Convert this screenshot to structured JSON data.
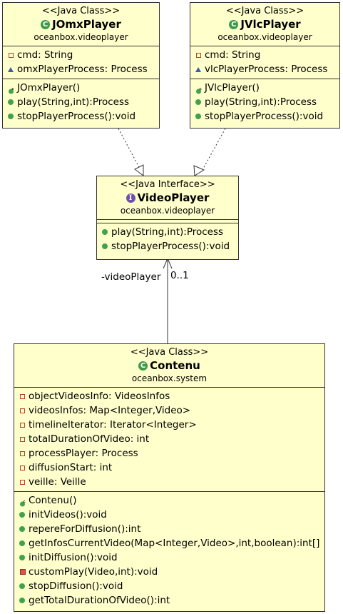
{
  "classes": {
    "jomx": {
      "stereotype": "<<Java Class>>",
      "name": "JOmxPlayer",
      "package": "oceanbox.videoplayer",
      "attributes": [
        {
          "vis": "private",
          "text": "cmd: String"
        },
        {
          "vis": "package",
          "text": "omxPlayerProcess: Process"
        }
      ],
      "operations": [
        {
          "vis": "constructor",
          "text": "JOmxPlayer()"
        },
        {
          "vis": "public",
          "text": "play(String,int):Process"
        },
        {
          "vis": "public",
          "text": "stopPlayerProcess():void"
        }
      ]
    },
    "jvlc": {
      "stereotype": "<<Java Class>>",
      "name": "JVlcPlayer",
      "package": "oceanbox.videoplayer",
      "attributes": [
        {
          "vis": "private",
          "text": "cmd: String"
        },
        {
          "vis": "package",
          "text": "vlcPlayerProcess: Process"
        }
      ],
      "operations": [
        {
          "vis": "constructor",
          "text": "JVlcPlayer()"
        },
        {
          "vis": "public",
          "text": "play(String,int):Process"
        },
        {
          "vis": "public",
          "text": "stopPlayerProcess():void"
        }
      ]
    },
    "videoplayer": {
      "stereotype": "<<Java Interface>>",
      "name": "VideoPlayer",
      "package": "oceanbox.videoplayer",
      "operations": [
        {
          "vis": "public",
          "text": "play(String,int):Process"
        },
        {
          "vis": "public",
          "text": "stopPlayerProcess():void"
        }
      ]
    },
    "contenu": {
      "stereotype": "<<Java Class>>",
      "name": "Contenu",
      "package": "oceanbox.system",
      "attributes": [
        {
          "vis": "private",
          "text": "objectVideosInfo: VideosInfos"
        },
        {
          "vis": "private",
          "text": "videosInfos: Map<Integer,Video>"
        },
        {
          "vis": "private",
          "text": "timelineIterator: Iterator<Integer>"
        },
        {
          "vis": "private",
          "text": "totalDurationOfVideo: int"
        },
        {
          "vis": "private",
          "text": "processPlayer: Process"
        },
        {
          "vis": "private",
          "text": "diffusionStart: int"
        },
        {
          "vis": "private",
          "text": "veille: Veille"
        }
      ],
      "operations": [
        {
          "vis": "constructor",
          "text": "Contenu()"
        },
        {
          "vis": "public",
          "text": "initVideos():void"
        },
        {
          "vis": "public",
          "text": "repereForDiffusion():int"
        },
        {
          "vis": "public",
          "text": "getInfosCurrentVideo(Map<Integer,Video>,int,boolean):int[]"
        },
        {
          "vis": "public",
          "text": "initDiffusion():void"
        },
        {
          "vis": "private-method",
          "text": "customPlay(Video,int):void"
        },
        {
          "vis": "public",
          "text": "stopDiffusion():void"
        },
        {
          "vis": "public",
          "text": "getTotalDurationOfVideo():int"
        }
      ]
    }
  },
  "association": {
    "role": "-videoPlayer",
    "multiplicity": "0..1"
  },
  "icons": {
    "class_icon": "class-icon",
    "interface_icon": "interface-icon",
    "class_glyph": "C",
    "interface_glyph": "I"
  },
  "colors": {
    "box_fill": "#ffffcc",
    "border": "#333333"
  }
}
